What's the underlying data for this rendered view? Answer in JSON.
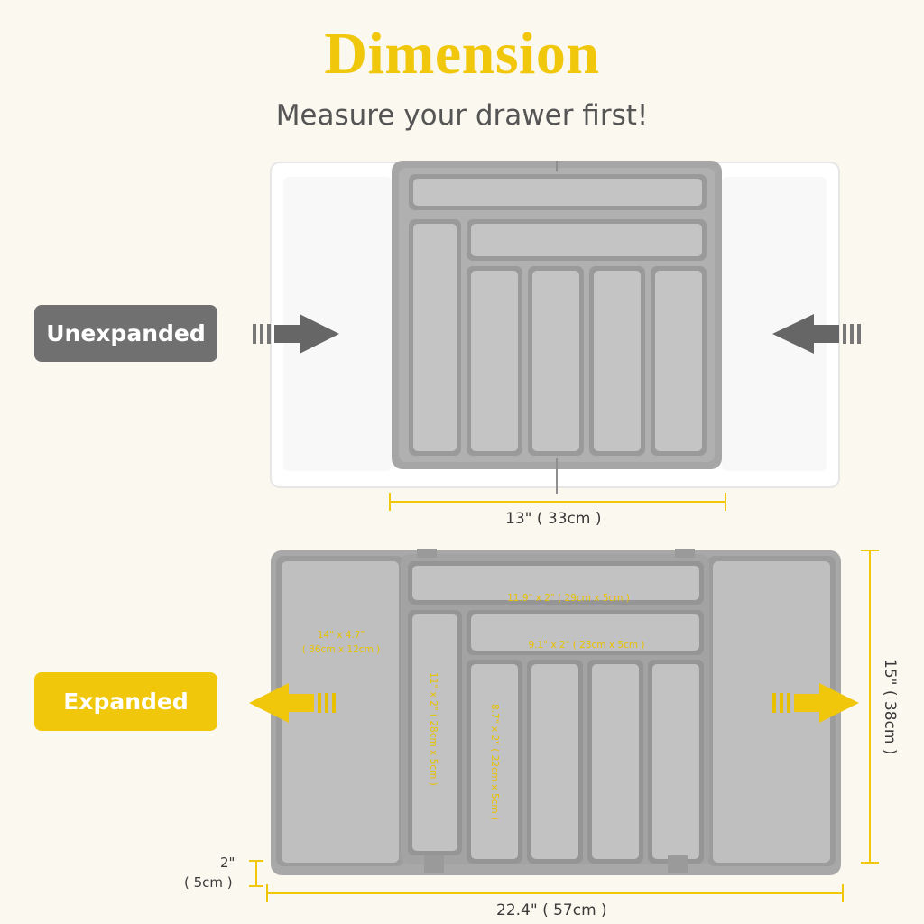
{
  "header": {
    "title": "Dimension",
    "subtitle": "Measure your drawer first!"
  },
  "unexpanded": {
    "label": "Unexpanded",
    "width_label": "13\" ( 33cm )"
  },
  "expanded": {
    "label": "Expanded",
    "width_label": "22.4\" ( 57cm )",
    "depth_label": "15\" ( 38cm )",
    "height_label_line1": "2\"",
    "height_label_line2": "( 5cm )",
    "compartments": {
      "top_long": "11.9\" x 2\" ( 29cm x 5cm )",
      "middle_long": "9.1\" x 2\" ( 23cm x 5cm )",
      "side_line1": "14\" x 4.7\"",
      "side_line2": "( 36cm x 12cm )",
      "left_tall": "11\" x 2\" ( 28cm x 5cm )",
      "inner_tall": "8.7\" x 2\" ( 22cm x 5cm )"
    }
  },
  "colors": {
    "accent_yellow": "#f1c70b",
    "tray_gray": "#a9a9a9",
    "badge_gray": "#707070",
    "background": "#fbf8ef"
  }
}
